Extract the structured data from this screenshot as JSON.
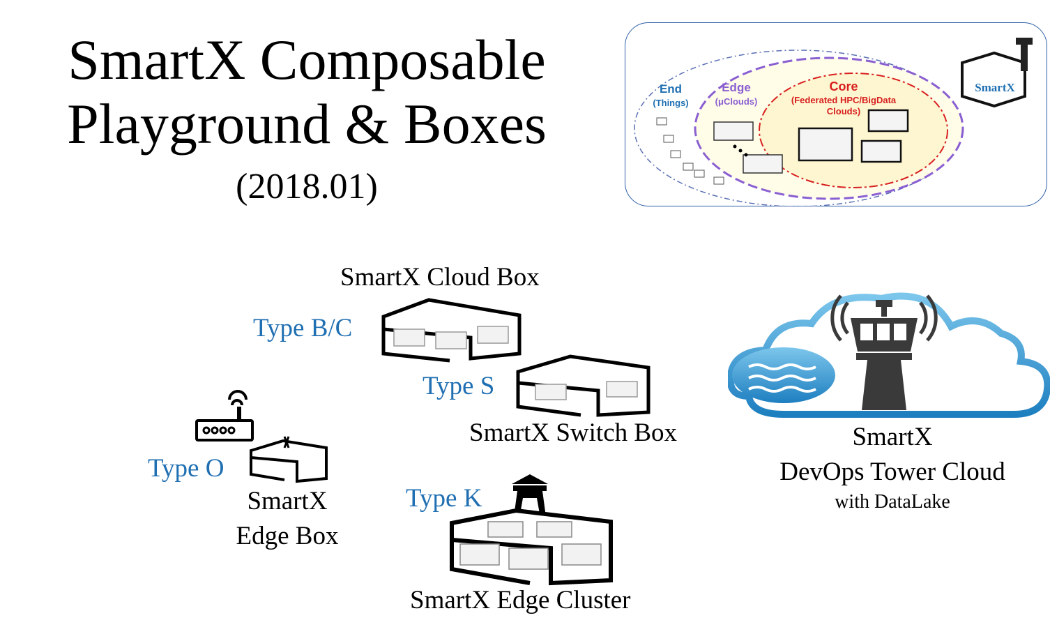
{
  "title": {
    "line1": "SmartX Composable",
    "line2": "Playground & Boxes",
    "date": "(2018.01)"
  },
  "inset": {
    "end": "End",
    "end_sub": "(Things)",
    "edge": "Edge",
    "edge_sub": "(μClouds)",
    "core": "Core",
    "core_sub1": "(Federated HPC/BigData",
    "core_sub2": "Clouds)",
    "logo_text": "SmartX"
  },
  "boxes": {
    "cloud_box": {
      "name": "SmartX Cloud Box",
      "type": "Type B/C"
    },
    "switch_box": {
      "name": "SmartX Switch Box",
      "type": "Type S"
    },
    "edge_box": {
      "name_line1": "SmartX",
      "name_line2": "Edge Box",
      "type": "Type O"
    },
    "edge_cluster": {
      "name": "SmartX Edge Cluster",
      "type": "Type K"
    }
  },
  "tower": {
    "line1": "SmartX",
    "line2": "DevOps Tower Cloud",
    "line3": "with DataLake"
  },
  "colors": {
    "type_label": "#1f6fb2",
    "inset_border": "#2e5fa6",
    "end": "#1f6fb2",
    "edge": "#8a5fd1",
    "core": "#d81e1e",
    "cloud": "#3aa0d8"
  }
}
